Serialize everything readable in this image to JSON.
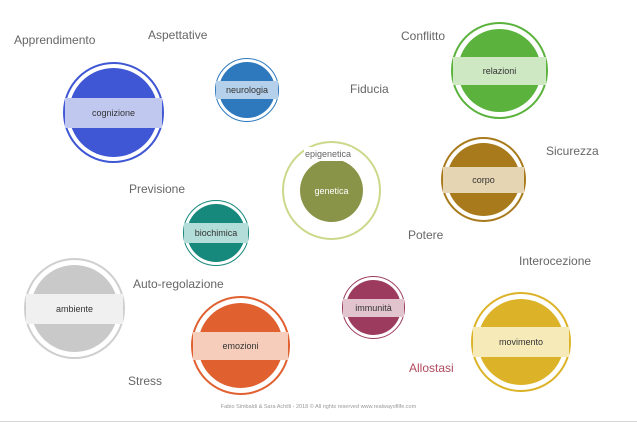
{
  "labels": {
    "apprendimento": "Apprendimento",
    "aspettative": "Aspettative",
    "conflitto": "Conflitto",
    "fiducia": "Fiducia",
    "sicurezza": "Sicurezza",
    "previsione": "Previsione",
    "potere": "Potere",
    "interocezione": "Interocezione",
    "autoregolazione": "Auto-regolazione",
    "stress": "Stress",
    "allostasi": "Allostasi",
    "epigenetica": "epigenetica"
  },
  "nodes": {
    "cognizione": {
      "label": "cognizione",
      "color": "#3f57d4"
    },
    "neurologia": {
      "label": "neurologia",
      "color": "#2e79bd"
    },
    "relazioni": {
      "label": "relazioni",
      "color": "#5bb33e"
    },
    "genetica": {
      "label": "genetica",
      "color": "#8a9448"
    },
    "corpo": {
      "label": "corpo",
      "color": "#a87a1c"
    },
    "biochimica": {
      "label": "biochimica",
      "color": "#17887c"
    },
    "ambiente": {
      "label": "ambiente",
      "color": "#c9c9c9"
    },
    "immunita": {
      "label": "immunità",
      "color": "#9c3b5e"
    },
    "emozioni": {
      "label": "emozioni",
      "color": "#e06030"
    },
    "movimento": {
      "label": "movimento",
      "color": "#dcb328"
    }
  },
  "footer": "Fabio Simbaldi & Sara Achilli - 2018 © All rights reserved www.realwayoflife.com"
}
